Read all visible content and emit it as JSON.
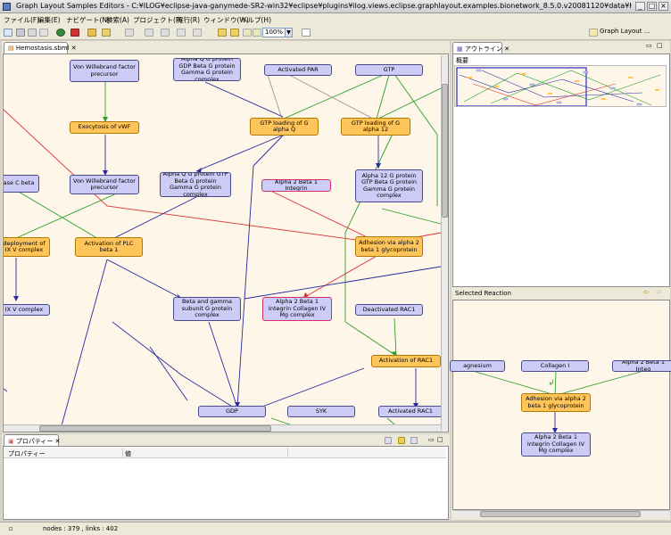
{
  "window": {
    "title": "Graph Layout Samples Editors - C:¥ILOG¥eclipse-java-ganymede-SR2-win32¥eclipse¥plugins¥ilog.views.eclipse.graphlayout.examples.bionetwork_8.5.0.v20081120¥data¥Hemostas...",
    "minimize": "_",
    "maximize": "□",
    "close": "×"
  },
  "menu": [
    "ファイル(F)",
    "編集(E)",
    "ナビゲート(N)",
    "検索(A)",
    "プロジェクト(P)",
    "実行(R)",
    "ウィンドウ(W)",
    "ヘルプ(H)"
  ],
  "toolbar": {
    "zoom": "100%",
    "perspective": "Graph Layout ..."
  },
  "editor": {
    "tab": "Hemostasis.sbml",
    "species": [
      "Von Willebrand factor precursor",
      "Alpha Q G protein GDP Beta G protein Gamma G protein complex",
      "Activated PAR",
      "GTP",
      "ase C beta",
      "Von Willebrand factor precursor",
      "Alpha Q G protein GTP Beta G protein Gamma G protein complex",
      "Alpha 2 Beta 1 Integrin",
      "Alpha 12 G protein GTP Beta G protein Gamma G protein complex",
      "Beta and gamma subunit G protein complex",
      "Alpha 2 Beta 1 Integrin Collagen IV Mg complex",
      "Deactivated RAC1",
      "IX V complex",
      "GDP",
      "SYK",
      "Activated RAC1"
    ],
    "reactions": [
      "Exocytosis of vWF",
      "GTP loading of G alpha Q",
      "GTP loading of G alpha 12",
      "deployment of IX V complex",
      "Activation of PLC beta 1",
      "Adhesion via alpha 2 beta 1 glycoprotein",
      "Activation of RAC1"
    ]
  },
  "properties": {
    "tab": "プロパティー",
    "col_property": "プロパティー",
    "col_value": "値"
  },
  "outline": {
    "tab": "アウトライン",
    "overview": "概要"
  },
  "selected_reaction": {
    "title": "Selected Reaction",
    "inputs": [
      "agnesium",
      "Collagen I",
      "Alpha 2 Beta 1 Integ"
    ],
    "reaction": "Adhesion via alpha 2 beta 1 glycoprotein",
    "output": "Alpha 2 Beta 1 Integrin Collagen IV Mg complex"
  },
  "status": {
    "text": "nodes : 379 , links : 402"
  },
  "colors": {
    "species": "#ccccf7",
    "reaction": "#ffc55a",
    "canvas": "#fdf6e9",
    "edge_blue": "#2a2aa0",
    "edge_green": "#2ca02c",
    "edge_red": "#e03030"
  }
}
